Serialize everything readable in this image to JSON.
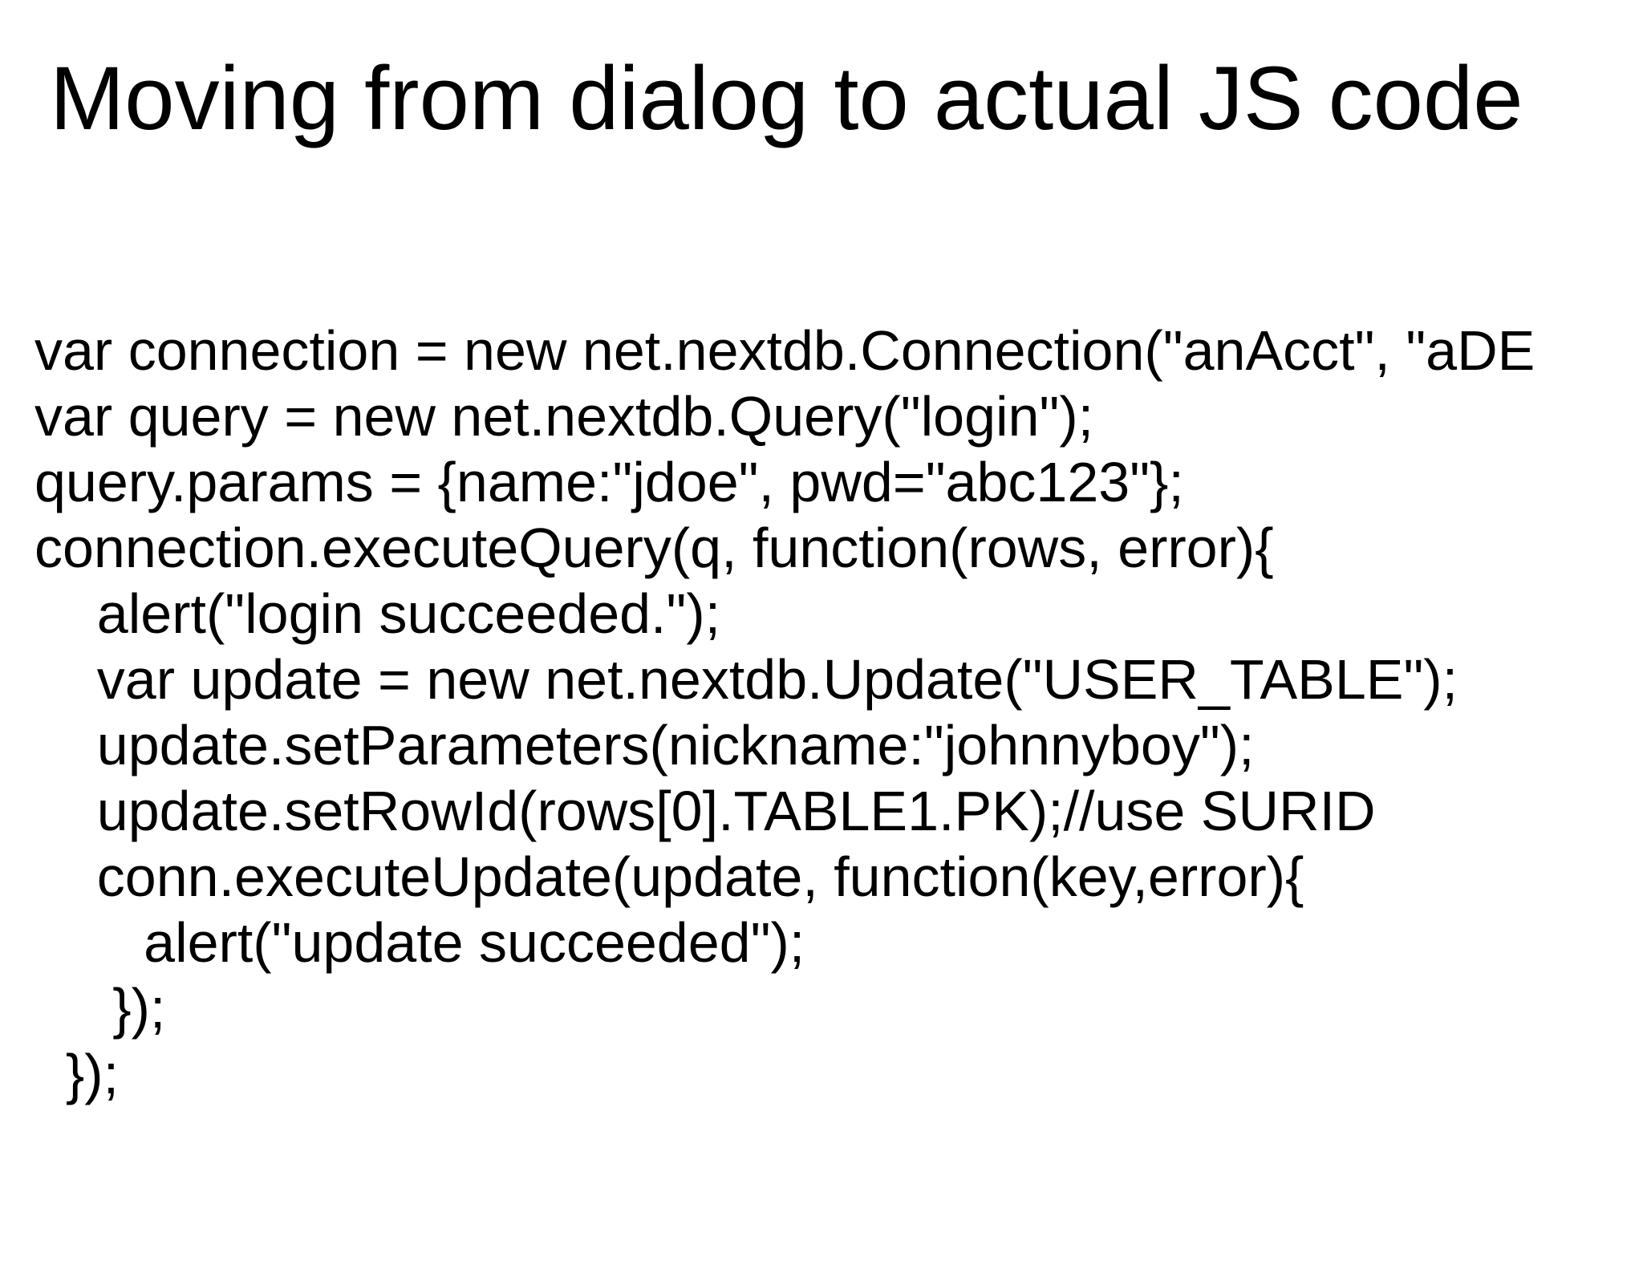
{
  "slide": {
    "title": "Moving from dialog to actual JS code",
    "colors": {
      "background": "#ffffff",
      "text": "#000000"
    },
    "code_lines": [
      "var connection = new net.nextdb.Connection(\"anAcct\", \"aDE",
      "var query = new net.nextdb.Query(\"login\");",
      "query.params = {name:\"jdoe\", pwd=\"abc123\"};",
      "connection.executeQuery(q, function(rows, error){",
      "    alert(\"login succeeded.\");",
      "    var update = new net.nextdb.Update(\"USER_TABLE\");",
      "    update.setParameters(nickname:\"johnnyboy\");",
      "    update.setRowId(rows[0].TABLE1.PK);//use SURID",
      "    conn.executeUpdate(update, function(key,error){",
      "       alert(\"update succeeded\");",
      "     });",
      "  });"
    ]
  }
}
